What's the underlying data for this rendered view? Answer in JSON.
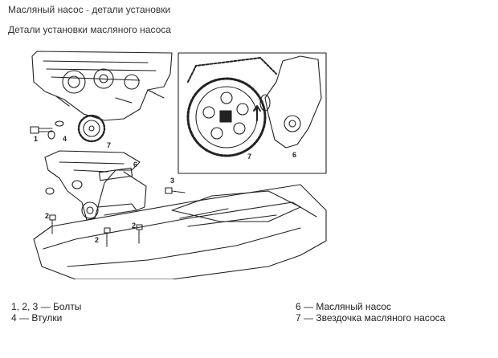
{
  "page": {
    "title": "Масляный насос - детали установки",
    "subtitle": "Детали установки масляного насоса"
  },
  "figure": {
    "callouts": {
      "c1": "1",
      "c4": "4",
      "c7a": "7",
      "c6a": "6",
      "c3": "3",
      "c2a": "2",
      "c2b": "2",
      "c2c": "2",
      "c7b": "7",
      "c6b": "6"
    }
  },
  "legend": {
    "left": [
      "1, 2, 3 — Болты",
      "4 — Втулки"
    ],
    "right": [
      "6 — Масляный насос",
      "7 — Звездочка масляного насоса"
    ]
  }
}
